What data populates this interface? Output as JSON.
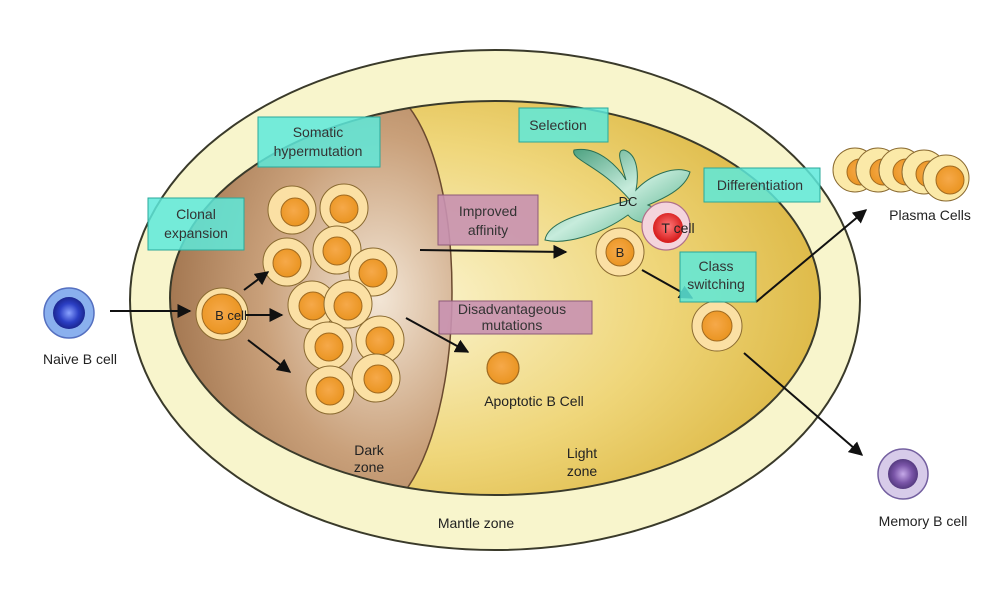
{
  "colors": {
    "mantle_fill": "#f7f4c8",
    "dark_zone": "#b58a63",
    "light_zone": "#e8c650",
    "teal_box": "#48e6d6",
    "pink_box": "#c690ad",
    "cell_fill": "#f0b54a",
    "naive_cell": "#3a4fd0",
    "memory_cell": "#8a6bb3",
    "t_cell": "#e02a2a",
    "dc_fill": "#3fae86"
  },
  "labels": {
    "naive_b_cell": "Naive B cell",
    "b_cell": "B cell",
    "clonal_expansion_1": "Clonal",
    "clonal_expansion_2": "expansion",
    "somatic_1": "Somatic",
    "somatic_2": "hypermutation",
    "selection": "Selection",
    "dc": "DC",
    "t_cell": "T cell",
    "b": "B",
    "improved_1": "Improved",
    "improved_2": "affinity",
    "disadv_1": "Disadvantageous",
    "disadv_2": "mutations",
    "apoptotic": "Apoptotic B Cell",
    "differentiation": "Differentiation",
    "class_1": "Class",
    "class_2": "switching",
    "plasma_cells": "Plasma Cells",
    "memory_b_cell": "Memory B cell",
    "dark_zone_1": "Dark",
    "dark_zone_2": "zone",
    "light_zone_1": "Light",
    "light_zone_2": "zone",
    "mantle_zone": "Mantle zone"
  }
}
